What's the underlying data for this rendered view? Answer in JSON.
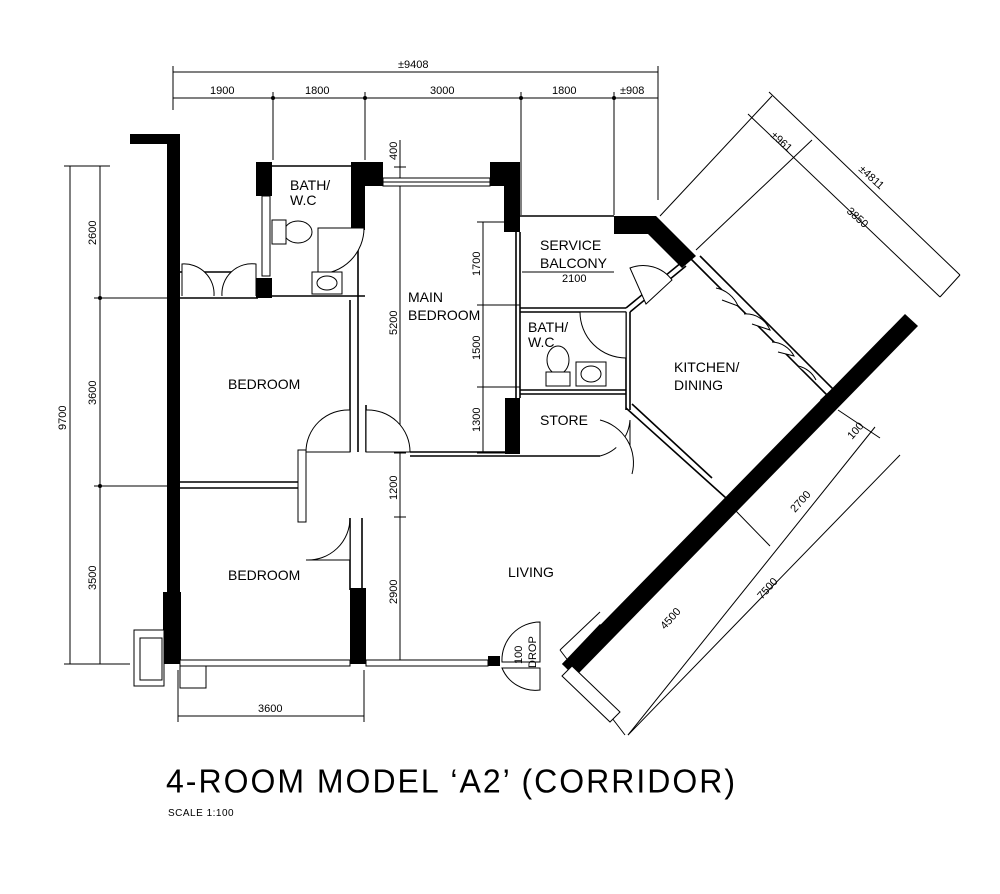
{
  "title": "4-ROOM MODEL ‘A2’ (CORRIDOR)",
  "scale": "SCALE 1:100",
  "rooms": {
    "bath_wc_top": [
      "BATH/",
      "W.C"
    ],
    "main_bedroom": [
      "MAIN",
      "BEDROOM"
    ],
    "service_balcony": [
      "SERVICE",
      "BALCONY"
    ],
    "bath_wc_mid": [
      "BATH/",
      "W.C"
    ],
    "store": "STORE",
    "kitchen_dining": [
      "KITCHEN/",
      "DINING"
    ],
    "bedroom_1": "BEDROOM",
    "bedroom_2": "BEDROOM",
    "living": "LIVING",
    "drop": [
      "100",
      "DROP"
    ]
  },
  "dimensions": {
    "top_total": "±9408",
    "top_segments": [
      "1900",
      "1800",
      "3000",
      "1800",
      "±908"
    ],
    "left_total": "9700",
    "left_segments": [
      "2600",
      "3600",
      "3500"
    ],
    "bottom_width": "3600",
    "inner_vertical": [
      "400",
      "5200",
      "1200",
      "2900"
    ],
    "inner_left_vertical": [
      "1700",
      "1500",
      "1300"
    ],
    "balcony_width": "2100",
    "diagonal_top": [
      "±961",
      "±4811",
      "3850"
    ],
    "diagonal_right": [
      "100",
      "2700",
      "7500",
      "4500"
    ]
  }
}
